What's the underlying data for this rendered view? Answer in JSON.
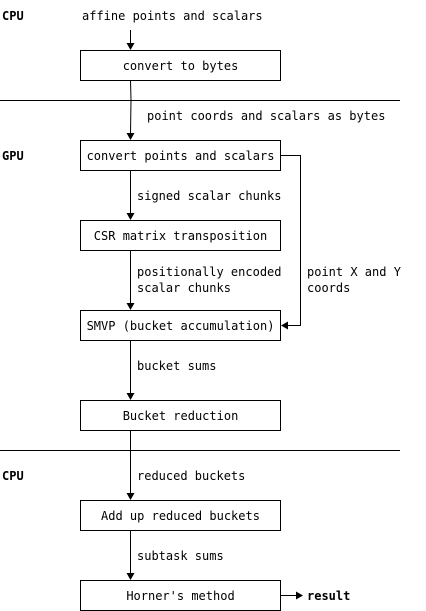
{
  "sections": {
    "cpu_top": "CPU",
    "gpu": "GPU",
    "cpu_bottom": "CPU"
  },
  "inputs": {
    "top": "affine points and scalars"
  },
  "boxes": {
    "convert_to_bytes": "convert to bytes",
    "convert_points_scalars": "convert points and scalars",
    "csr_transposition": "CSR matrix transposition",
    "smvp": "SMVP (bucket accumulation)",
    "bucket_reduction": "Bucket reduction",
    "add_up_buckets": "Add up reduced buckets",
    "horners_method": "Horner's method"
  },
  "edge_labels": {
    "bytes": "point coords and scalars as bytes",
    "signed_chunks": "signed scalar chunks",
    "pos_encoded_1": "positionally encoded",
    "pos_encoded_2": "scalar chunks",
    "point_xy_1": "point X and Y",
    "point_xy_2": "coords",
    "bucket_sums": "bucket sums",
    "reduced_buckets": "reduced buckets",
    "subtask_sums": "subtask sums"
  },
  "output": {
    "result": "result"
  }
}
